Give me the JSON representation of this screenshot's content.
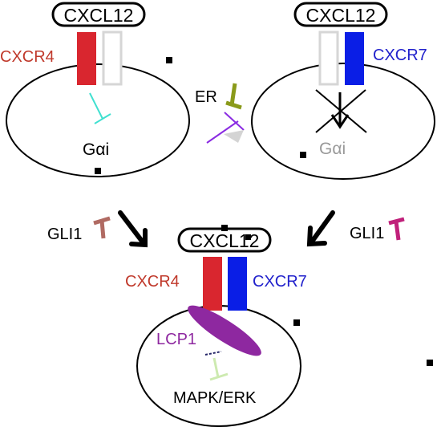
{
  "cells": {
    "left": {
      "ligand": "CXCL12",
      "receptor": "CXCR4",
      "effector": "Gαi"
    },
    "right": {
      "ligand": "CXCL12",
      "receptor": "CXCR7",
      "effector": "Gαi"
    },
    "bottom": {
      "ligand": "CXCL12",
      "receptor_left": "CXCR4",
      "receptor_right": "CXCR7",
      "binding_protein": "LCP1",
      "pathway": "MAPK/ERK"
    }
  },
  "inhibitors": {
    "er": "ER",
    "gli1_left": "GLI1",
    "gli1_right": "GLI1"
  },
  "colors": {
    "cxcr4_red": "#d9262f",
    "cxcr7_blue": "#0a1ee6",
    "receptor_outline": "#d6d6d6",
    "cyan_inhibit": "#3fe0d0",
    "olive_er": "#8a9a1a",
    "purple_line": "#8a2be2",
    "gli1_left_color": "#b06a62",
    "gli1_right_color": "#c0207a",
    "lcp1_purple": "#8e28a0",
    "light_green": "#cdeab0",
    "label_red": "#c0392b",
    "label_blue": "#2222cc",
    "label_purple": "#8e28a0",
    "label_gray": "#999999"
  }
}
